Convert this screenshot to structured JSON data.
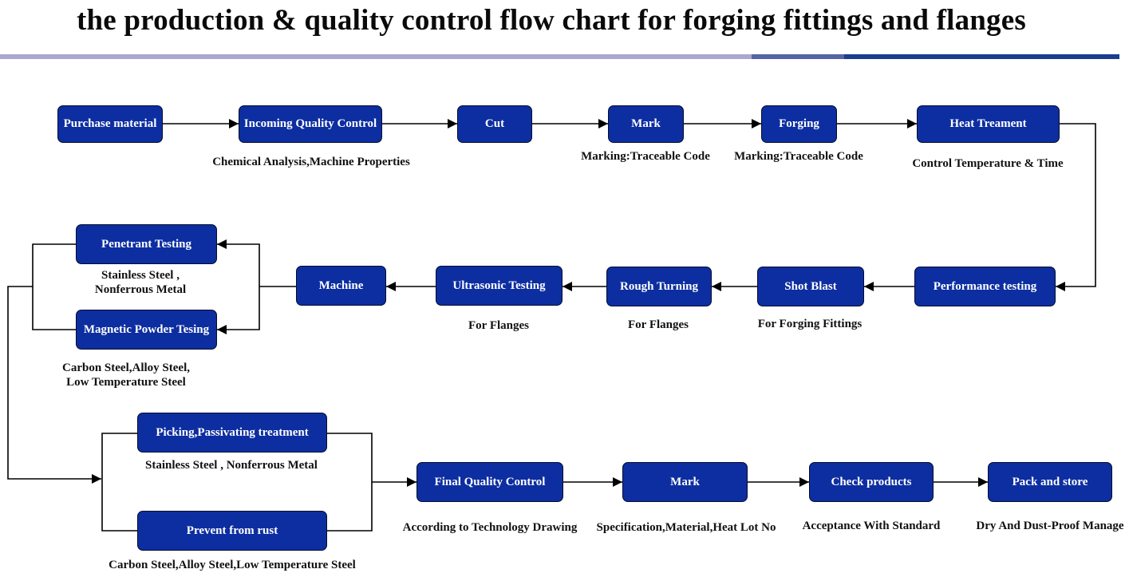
{
  "title": "the production & quality control flow chart for forging fittings and flanges",
  "colors": {
    "box_fill": "#0d2ea0",
    "box_border": "#050c2c",
    "band_light": "#a8a8d0",
    "band_mid": "#5565a3",
    "band_dark": "#1b3d8f"
  },
  "steps": {
    "purchase_material": "Purchase material",
    "incoming_qc": "Incoming Quality Control",
    "cut": "Cut",
    "mark_1": "Mark",
    "forging": "Forging",
    "heat_treatment": "Heat Treament",
    "performance_testing": "Performance testing",
    "shot_blast": "Shot Blast",
    "rough_turning": "Rough Turning",
    "ultrasonic_testing": "Ultrasonic Testing",
    "machine": "Machine",
    "penetrant_testing": "Penetrant Testing",
    "magnetic_powder_testing": "Magnetic Powder Tesing",
    "picking_passivating": "Picking,Passivating  treatment",
    "prevent_rust": "Prevent from rust",
    "final_qc": "Final Quality Control",
    "mark_2": "Mark",
    "check_products": "Check products",
    "pack_store": "Pack and store"
  },
  "notes": {
    "incoming_qc": "Chemical Analysis,Machine Properties",
    "mark_1": "Marking:Traceable Code",
    "forging": "Marking:Traceable Code",
    "heat_treatment": "Control Temperature & Time",
    "shot_blast": "For Forging Fittings",
    "rough_turning": "For Flanges",
    "ultrasonic_testing": "For Flanges",
    "penetrant_line1": "Stainless Steel ,",
    "penetrant_line2": "Nonferrous Metal",
    "magnetic_line1": "Carbon Steel,Alloy Steel,",
    "magnetic_line2": "Low Temperature Steel",
    "picking_passivating": "Stainless Steel , Nonferrous Metal",
    "prevent_rust": "Carbon Steel,Alloy Steel,Low Temperature Steel",
    "final_qc": "According to Technology Drawing",
    "mark_2": "Specification,Material,Heat Lot No",
    "check_products": "Acceptance With Standard",
    "pack_store": "Dry And Dust-Proof Manage"
  }
}
